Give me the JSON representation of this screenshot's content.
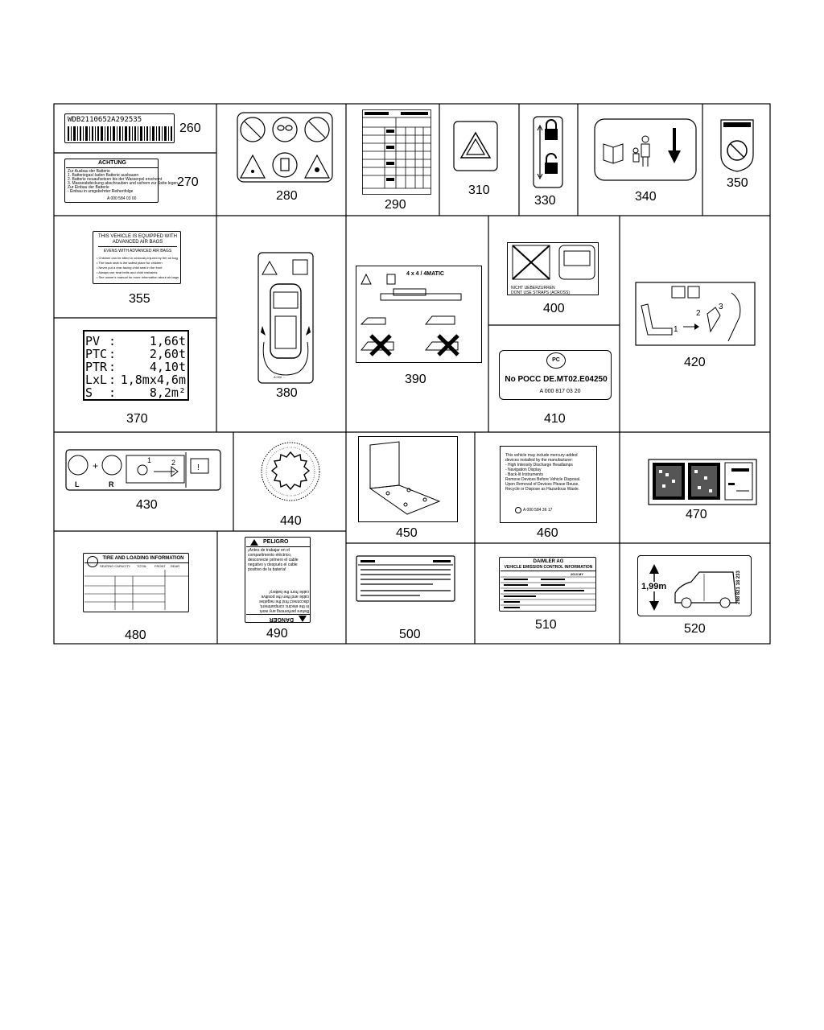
{
  "parts": [
    {
      "id": "260",
      "label": "260"
    },
    {
      "id": "270",
      "label": "270"
    },
    {
      "id": "280",
      "label": "280"
    },
    {
      "id": "290",
      "label": "290"
    },
    {
      "id": "310",
      "label": "310"
    },
    {
      "id": "330",
      "label": "330"
    },
    {
      "id": "340",
      "label": "340"
    },
    {
      "id": "350",
      "label": "350"
    },
    {
      "id": "355",
      "label": "355"
    },
    {
      "id": "370",
      "label": "370"
    },
    {
      "id": "380",
      "label": "380"
    },
    {
      "id": "390",
      "label": "390"
    },
    {
      "id": "400",
      "label": "400"
    },
    {
      "id": "410",
      "label": "410"
    },
    {
      "id": "420",
      "label": "420"
    },
    {
      "id": "430",
      "label": "430"
    },
    {
      "id": "440",
      "label": "440"
    },
    {
      "id": "450",
      "label": "450"
    },
    {
      "id": "460",
      "label": "460"
    },
    {
      "id": "470",
      "label": "470"
    },
    {
      "id": "480",
      "label": "480"
    },
    {
      "id": "490",
      "label": "490"
    },
    {
      "id": "500",
      "label": "500"
    },
    {
      "id": "510",
      "label": "510"
    },
    {
      "id": "520",
      "label": "520"
    }
  ],
  "labels": {
    "vin": "WDB2110652A292535",
    "achtung_title": "ACHTUNG",
    "achtung_lines": [
      "Zur Ausbau der Batterie",
      "1. Batteriegas/-laden Batterie ausbauen",
      "2. Batterie neuaufsetzen bis der Wasserpol erscheint",
      "3. Masseabdeckung abschrauben und sichern zur Seite legen",
      "Zur Einbau der Batterie",
      "- Einbau in umgekehrter Reihenfolge"
    ],
    "achtung_part": "A 000 584 03 00",
    "airbag_title_1": "THIS VEHICLE IS EQUIPPED WITH",
    "airbag_title_2": "ADVANCED AIR BAGS",
    "airbag_sub": "EVENS WITH ADVANCED AIR BAGS",
    "airbag_lines": [
      "• Children can be killed or seriously injured by the air bag",
      "• The back seat is the safest place for children",
      "• Never put a rear-facing child seat in the front",
      "• Always use seat belts and child restraints",
      "• See owner's manual for more information about air bags"
    ],
    "weights": [
      {
        "k": "PV",
        "v": "1,66t"
      },
      {
        "k": "PTC",
        "v": "2,60t"
      },
      {
        "k": "PTR",
        "v": "4,10t"
      },
      {
        "k": "LxL",
        "v": "1,8mx4,6m"
      },
      {
        "k": "S",
        "v": "8,2m²"
      }
    ],
    "matic": "4 x 4 / 4MATIC",
    "straps": "NICHT UEBERZURREN",
    "straps2": "DONT USE STRAPS (ACROSS)",
    "pocc": "No POCC DE.MT02.E04250",
    "pocc_part": "A 000 817 03 20",
    "pocc_logo": "PC",
    "mercury_lines": [
      "This vehicle may include mercury-added",
      "devices installed by the manufacturer:",
      "- High Intensity Discharge Headlamps",
      "- Navigation Display",
      "- Back-lit Instruments",
      "Remove Devices Before Vehicle Disposal.",
      "Upon Removal of Devices Please Reuse,",
      "Recycle or Dispose as Hazardous Waste."
    ],
    "mercury_part": "A 000 584 36 17",
    "tire_title": "TIRE AND LOADING INFORMATION",
    "tire_seating": "SEATING CAPACITY",
    "tire_total": "TOTAL",
    "tire_front": "FRONT",
    "tire_rear": "REAR",
    "peligro": "PELIGRO",
    "peligro_lines": [
      "¡Antes de trabajar en el",
      "compartimento eléctrico,",
      "desconecte primero el cable",
      "negativo y después el cable",
      "positivo de la batería!"
    ],
    "danger": "DANGER",
    "danger_lines": [
      "Before performing any work",
      "in the electric compartment,",
      "disconnect first the negative",
      "cable and then the positive",
      "cable from the battery!"
    ],
    "emission_brand": "DAIMLER AG",
    "emission_title": "VEHICLE EMISSION CONTROL INFORMATION",
    "emission_year": "2013 MY",
    "height": "1,99m",
    "height_code": "268 821 18 233"
  }
}
